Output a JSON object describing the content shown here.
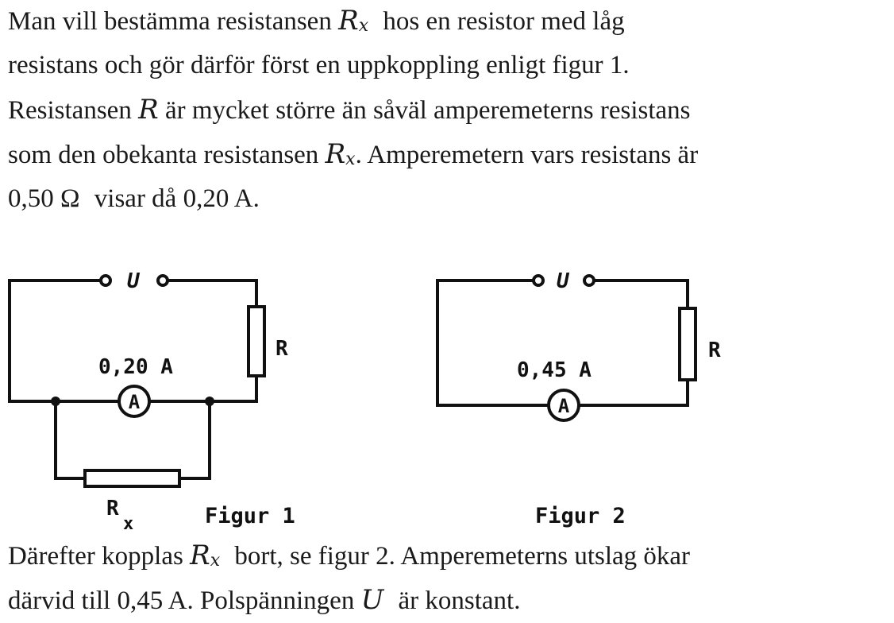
{
  "intro": {
    "l1_a": "Man vill bestämma resistansen",
    "l1_math_R": "R",
    "l1_math_sub": "x",
    "l1_b": "hos en resistor med låg",
    "l2": "resistans och gör därför först en uppkoppling enligt figur 1.",
    "l3_a": "Resistansen",
    "l3_math_R": "R",
    "l3_b": "är mycket större än såväl amperemeterns resistans",
    "l4_a": "som den obekanta resistansen",
    "l4_math_R": "R",
    "l4_math_sub": "x",
    "l4_b": ". Amperemetern vars resistans är",
    "l5_a": "0,50 Ω",
    "l5_b": "visar då 0,20 A."
  },
  "figure1": {
    "source_label": "U",
    "resistor_label": "R",
    "current_label": "0,20 A",
    "ammeter_symbol": "A",
    "rx_label_main": "R",
    "rx_label_sub": "x",
    "caption": "Figur 1"
  },
  "figure2": {
    "source_label": "U",
    "resistor_label": "R",
    "current_label": "0,45 A",
    "ammeter_symbol": "A",
    "caption": "Figur 2"
  },
  "outro": {
    "l1_a": "Därefter kopplas",
    "l1_math_R": "R",
    "l1_math_sub": "x",
    "l1_b": "bort, se figur 2. Amperemeterns utslag ökar",
    "l2_a": "därvid till 0,45 A. Polspänningen",
    "l2_math_U": "U",
    "l2_b": "är konstant."
  }
}
